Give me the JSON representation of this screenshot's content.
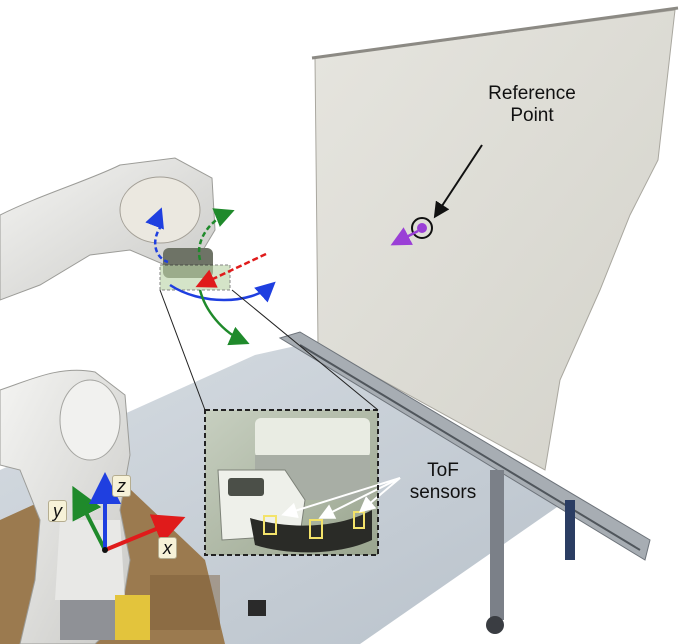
{
  "annotations": {
    "reference_point": [
      "Reference",
      "Point"
    ],
    "tof_sensors": [
      "ToF",
      "sensors"
    ]
  },
  "axes": {
    "x": "x",
    "y": "y",
    "z": "z"
  },
  "colors": {
    "x_axis": "#e01b1b",
    "y_axis": "#1f8a2b",
    "z_axis": "#1f3fe0",
    "reference_marker": "#9a3fd6",
    "zoom_box_border": "#222222"
  }
}
